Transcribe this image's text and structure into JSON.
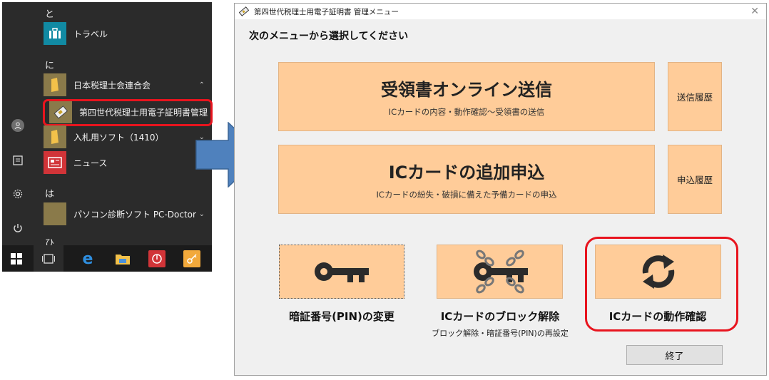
{
  "start_menu": {
    "groups": [
      {
        "letter": "と"
      },
      {
        "letter": "に"
      },
      {
        "letter": "は"
      },
      {
        "letter": "ひ"
      }
    ],
    "items": [
      {
        "label": "トラベル",
        "icon": "suitcase-icon",
        "color": "#118aa3"
      },
      {
        "label": "日本税理士会連合会",
        "icon": "folder-icon",
        "color": "#8a7a4a",
        "expanded": true
      },
      {
        "label": "第四世代税理士用電子証明書管理",
        "icon": "ic-card-app-icon",
        "color": "#8a7a4a"
      },
      {
        "label": "入札用ソフト（1410）",
        "icon": "folder-icon",
        "color": "#8a7a4a"
      },
      {
        "label": "ニュース",
        "icon": "news-icon",
        "color": "#d13438"
      },
      {
        "label": "パソコン診断ソフト PC-Doctor",
        "icon": "folder-icon",
        "color": "#8a7a4a"
      }
    ]
  },
  "dialog": {
    "title": "第四世代税理士用電子証明書 管理メニュー",
    "instruction": "次のメニューから選択してください",
    "online": {
      "title": "受領書オンライン送信",
      "subtitle": "ICカードの内容・動作確認～受領書の送信"
    },
    "send_history": "送信履歴",
    "apply": {
      "title": "ICカードの追加申込",
      "subtitle": "ICカードの紛失・破損に備えた予備カードの申込"
    },
    "apply_history": "申込履歴",
    "pin_change": {
      "label": "暗証番号(PIN)の変更",
      "icon": "key-icon"
    },
    "block_release": {
      "label": "ICカードのブロック解除",
      "sublabel": "ブロック解除・暗証番号(PIN)の再設定",
      "icon": "chained-key-icon"
    },
    "operation_check": {
      "label": "ICカードの動作確認",
      "icon": "refresh-arrows-icon"
    },
    "end": "終了"
  },
  "colors": {
    "button_fill": "#ffcc99",
    "highlight": "#e8141e",
    "arrow": "#4f81bd"
  }
}
